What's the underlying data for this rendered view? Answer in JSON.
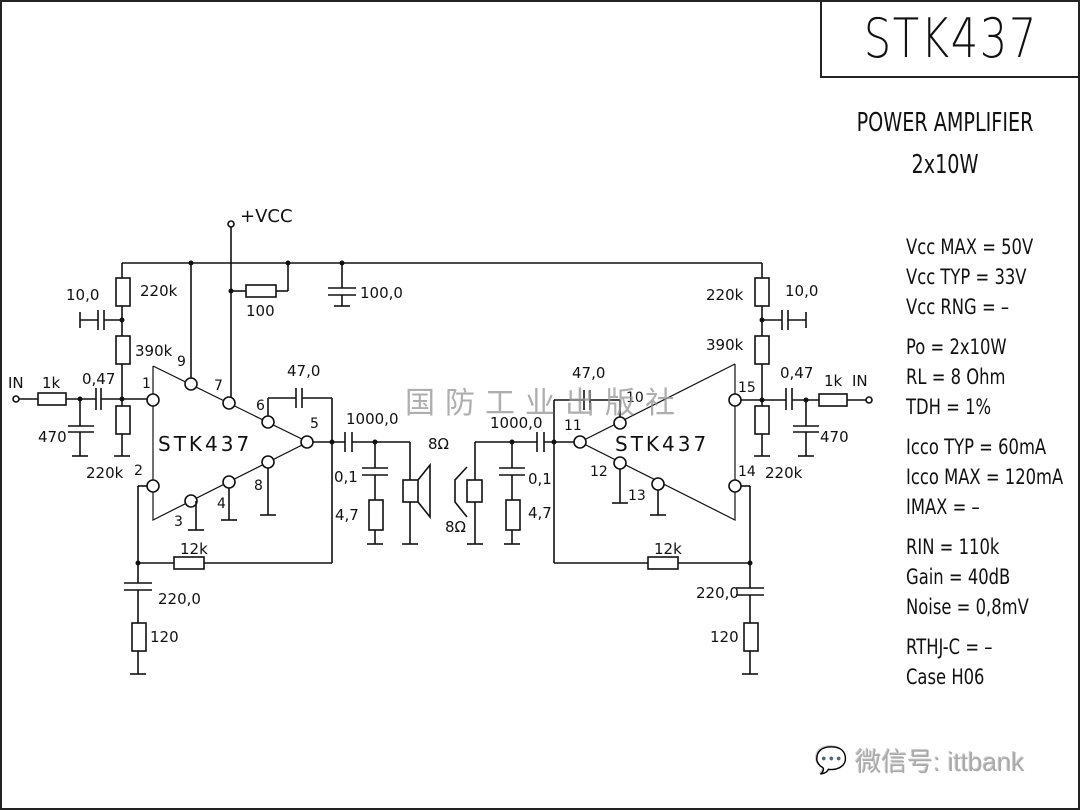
{
  "title": "STK437",
  "subtitle": "POWER AMPLIFIER",
  "power_rating": "2x10W",
  "specs": [
    {
      "label": "Vcc MAX",
      "value": "= 50V"
    },
    {
      "label": "Vcc TYP",
      "value": "= 33V"
    },
    {
      "label": "Vcc RNG",
      "value": "= –"
    },
    {
      "label": "Po",
      "value": "= 2x10W"
    },
    {
      "label": "RL",
      "value": "= 8  Ohm"
    },
    {
      "label": "TDH",
      "value": "= 1%"
    },
    {
      "label": "Icco TYP",
      "value": "= 60mA"
    },
    {
      "label": "Icco MAX",
      "value": "= 120mA"
    },
    {
      "label": "IMAX",
      "value": "=    –"
    },
    {
      "label": "RIN",
      "value": "= 110k"
    },
    {
      "label": "Gain",
      "value": "= 40dB"
    },
    {
      "label": "Noise",
      "value": "= 0,8mV"
    },
    {
      "label": "RTHJ-C",
      "value": "= –"
    },
    {
      "label": "Case",
      "value": "H06"
    }
  ],
  "schematic": {
    "supply_label": "+VCC",
    "ic_label": "STK437",
    "left_channel": {
      "input_label": "IN",
      "input_resistor": "1k",
      "input_cap": "0,47",
      "shunt_cap": "470",
      "bias_resistor_top": "220k",
      "bias_resistor_mid": "390k",
      "bias_resistor_bottom": "220k",
      "bias_cap": "10,0",
      "bootstrap_cap": "47,0",
      "output_cap": "1000,0",
      "zobel_cap": "0,1",
      "zobel_resistor": "4,7",
      "speaker": "8Ω",
      "feedback_resistor": "12k",
      "feedback_cap": "220,0",
      "feedback_ground_resistor": "120",
      "pins": [
        "1",
        "2",
        "3",
        "4",
        "5",
        "6",
        "7",
        "8",
        "9"
      ]
    },
    "right_channel": {
      "input_label": "IN",
      "input_resistor": "1k",
      "input_cap": "0,47",
      "shunt_cap": "470",
      "bias_resistor_top": "220k",
      "bias_resistor_mid": "390k",
      "bias_resistor_bottom": "220k",
      "bias_cap": "10,0",
      "bootstrap_cap": "47,0",
      "output_cap": "1000,0",
      "zobel_cap": "0,1",
      "zobel_resistor": "4,7",
      "speaker": "8Ω",
      "feedback_resistor": "12k",
      "feedback_cap": "220,0",
      "feedback_ground_resistor": "120",
      "pins": [
        "10",
        "11",
        "12",
        "13",
        "14",
        "15"
      ]
    },
    "supply_resistor": "100",
    "supply_cap": "100,0"
  },
  "watermark_cn": "国防工业出版社",
  "watermark_wechat": "微信号: ittbank"
}
